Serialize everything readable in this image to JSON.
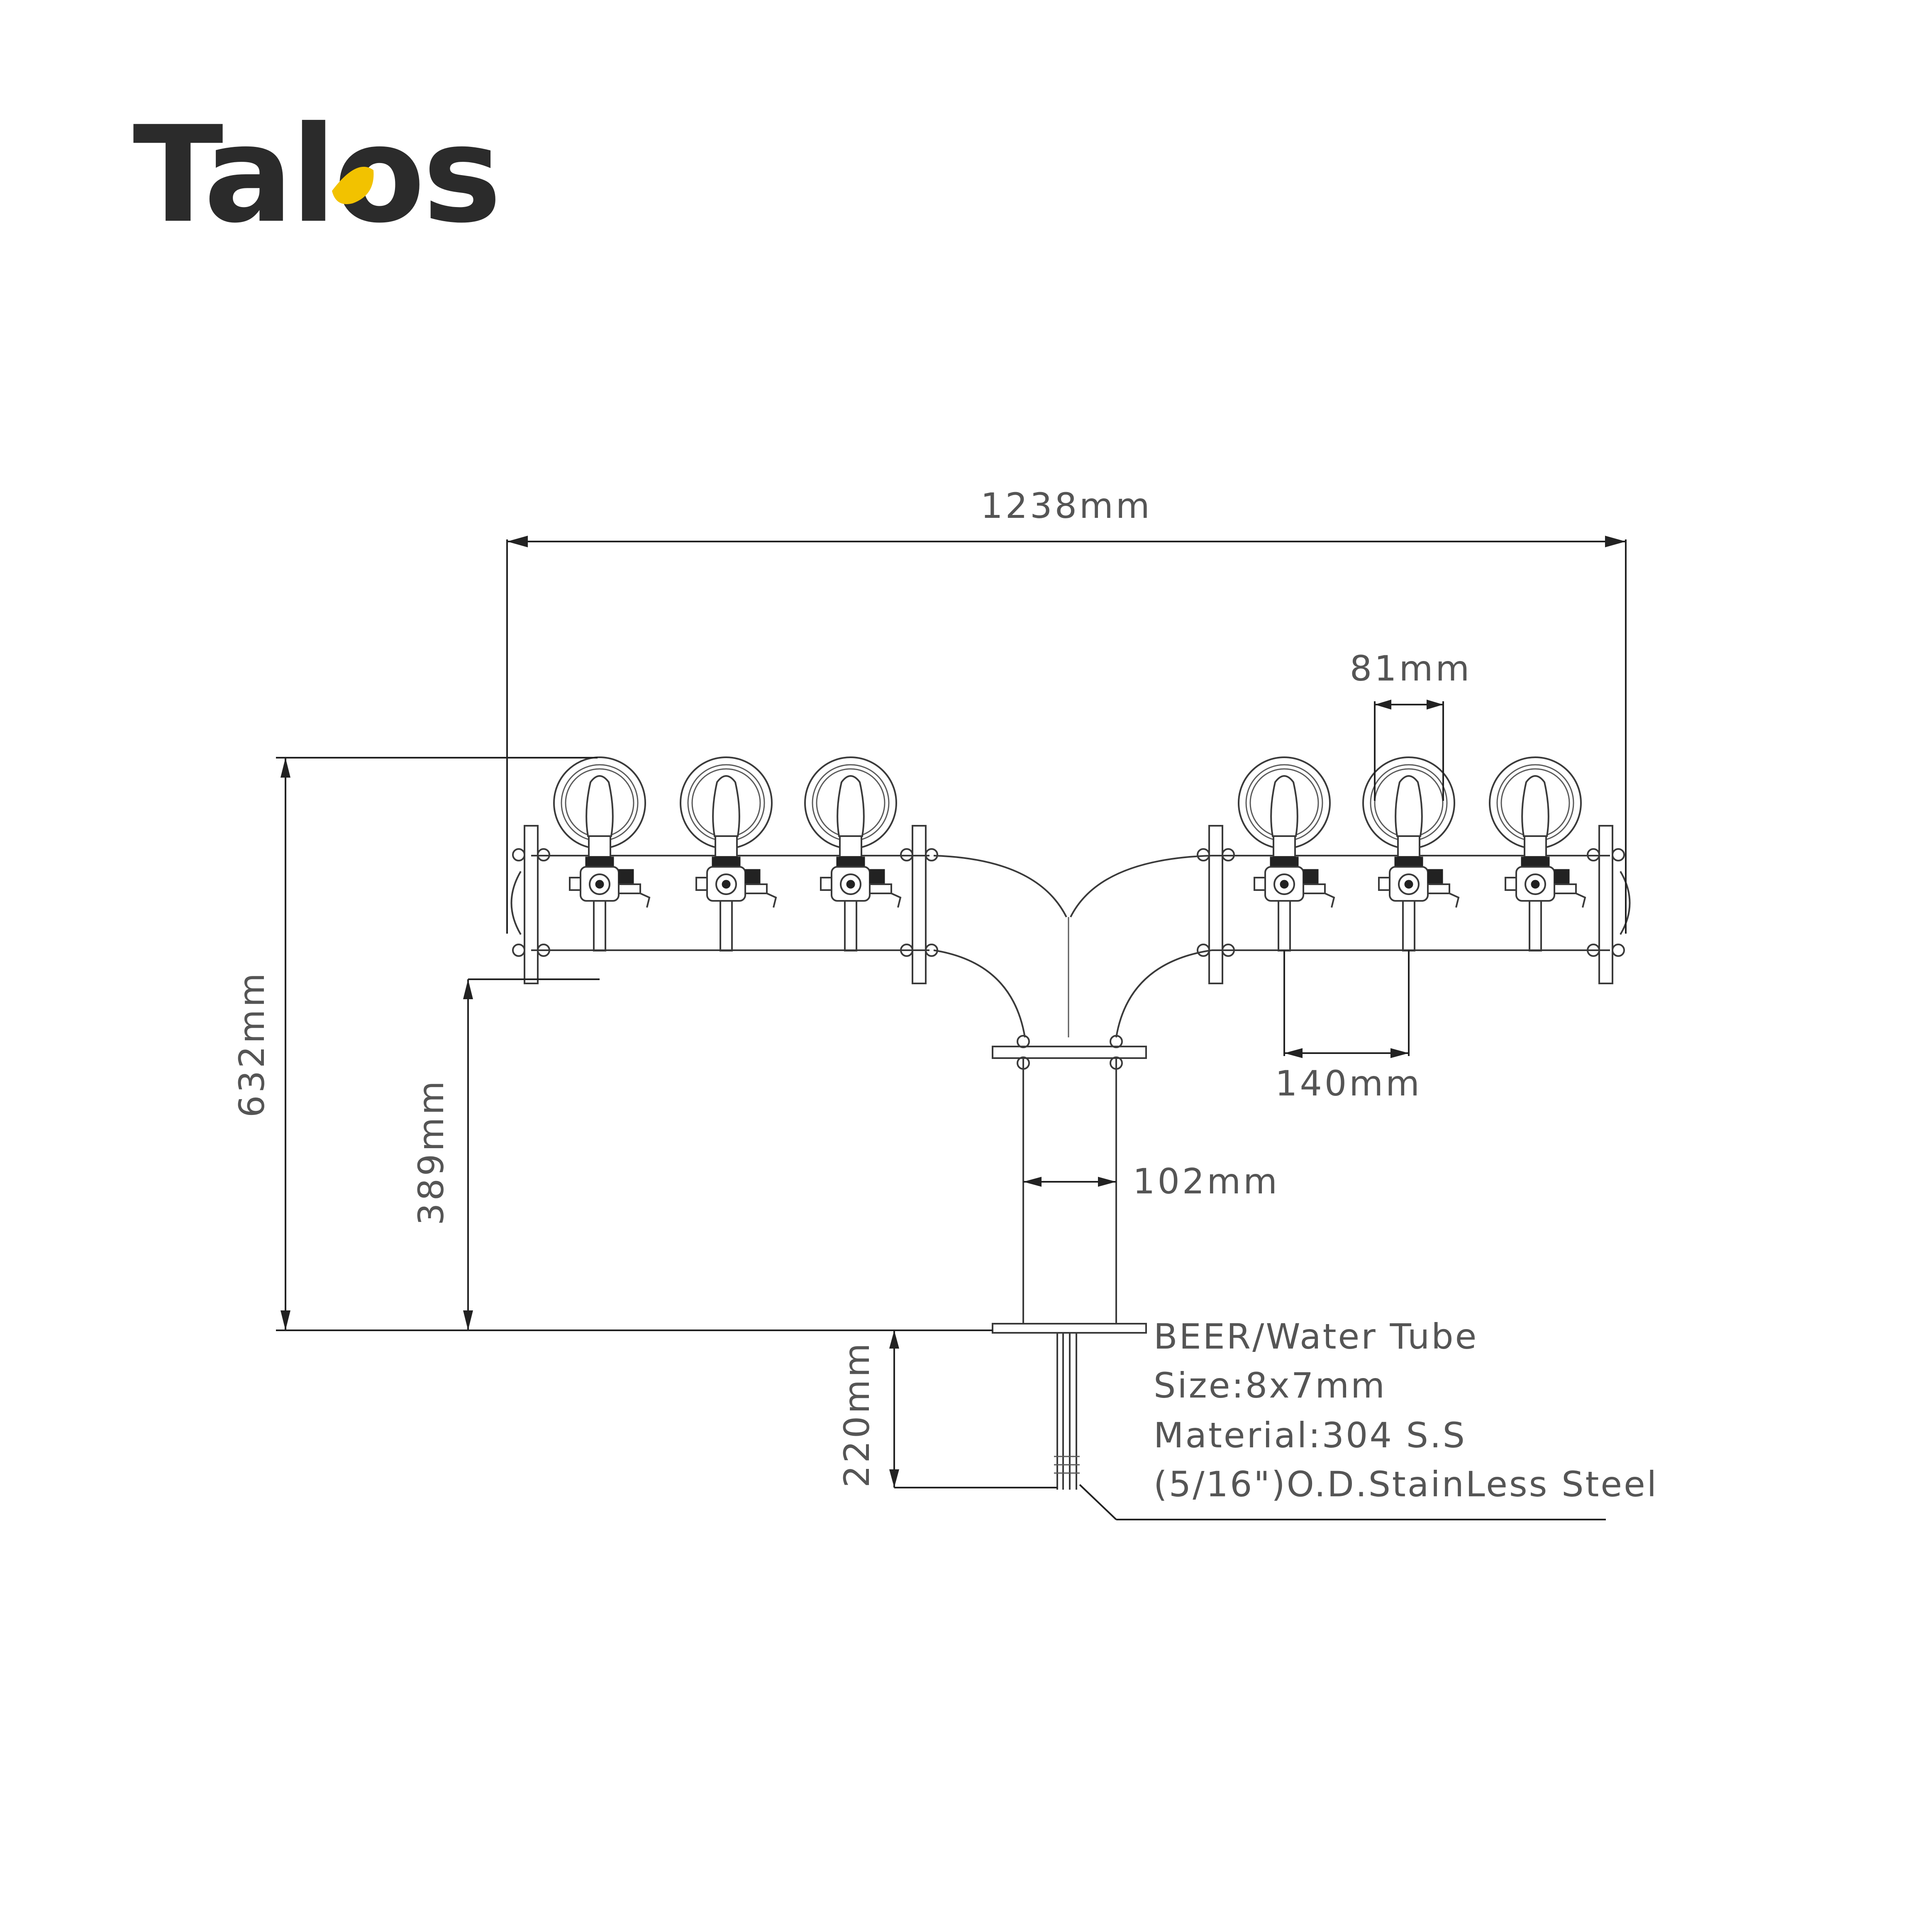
{
  "brand": {
    "name": "Talos",
    "accent_color": "#F2C200",
    "text_color": "#2B2B2B"
  },
  "drawing": {
    "title": "",
    "tap_count": 6,
    "dimensions": {
      "overall_width": "1238mm",
      "handle_spacing": "81mm",
      "tap_spacing": "140mm",
      "column_diameter": "102mm",
      "total_height": "632mm",
      "tap_height": "389mm",
      "shank_length": "220mm"
    },
    "spec_lines": [
      "BEER/Water Tube",
      "Size:8x7mm",
      "Material:304 S.S",
      "(5/16\")O.D.StainLess Steel"
    ]
  }
}
